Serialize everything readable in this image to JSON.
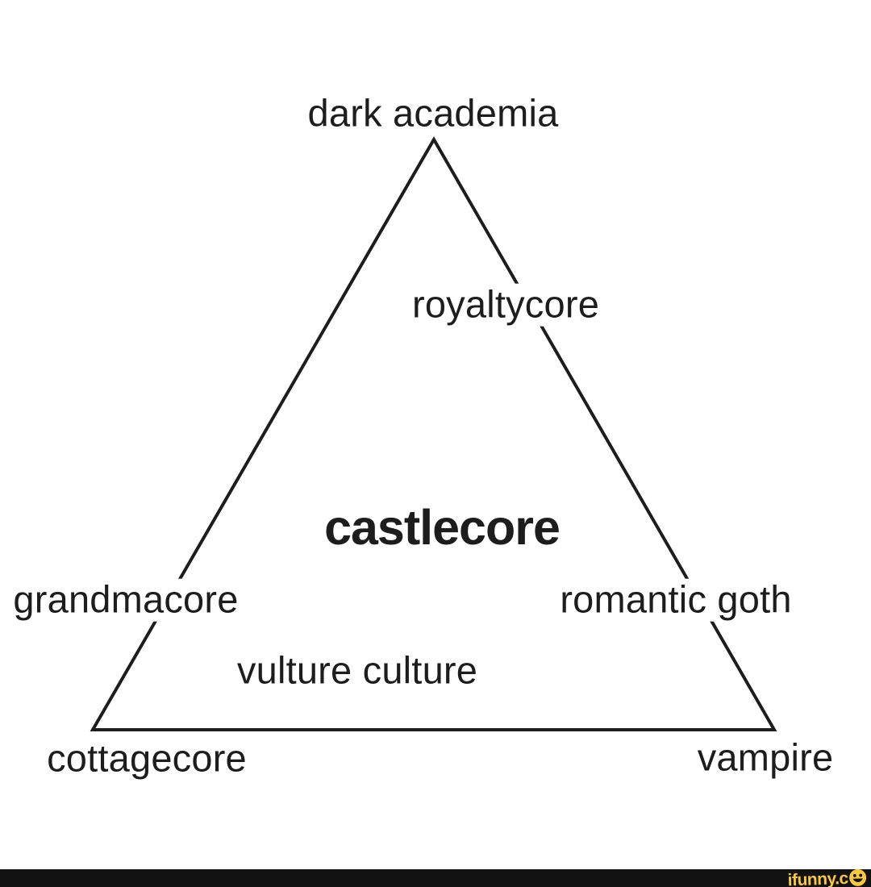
{
  "page": {
    "background": "#ffffff"
  },
  "diagram": {
    "type": "triangle-alignment-chart",
    "line_color": "#1d1d1d",
    "text_color": "#1d1d1d",
    "labels": {
      "top_vertex": "dark academia",
      "right_edge_upper": "royaltycore",
      "center": "castlecore",
      "left_edge": "grandmacore",
      "right_edge_lower": "romantic goth",
      "interior_lower": "vulture culture",
      "bottom_left_vertex": "cottagecore",
      "bottom_right_vertex": "vampire"
    }
  },
  "watermark": {
    "bar_color": "#121212",
    "text": "ifunny.c",
    "icon": "smiley-face-icon",
    "accent_color": "#f9c93b"
  }
}
